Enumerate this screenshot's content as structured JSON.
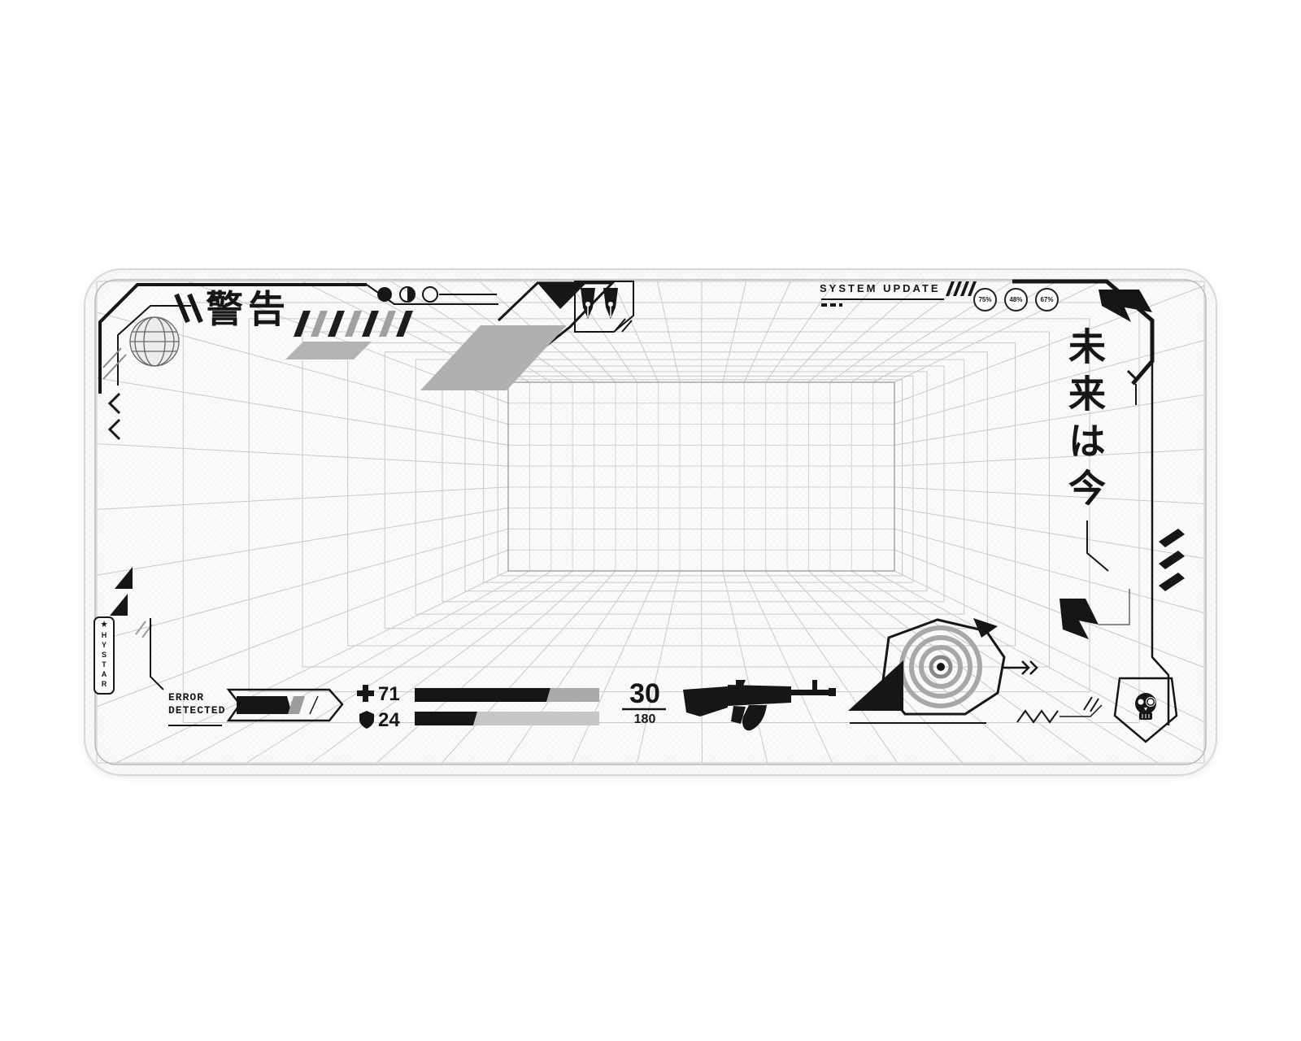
{
  "surface": {
    "bg": "#fcfcfc",
    "ink": "#161616",
    "gray": "#a9a9a9",
    "light_gray": "#c6c6c6",
    "slab_gray": "#b0b0b0"
  },
  "header": {
    "warning_kanji": "警告",
    "system_update": "SYSTEM UPDATE",
    "badges": [
      "75%",
      "48%",
      "67%"
    ]
  },
  "side": {
    "vertical_kanji": "未来は今"
  },
  "hud": {
    "health_value": "71",
    "armor_value": "24",
    "ammo_current": "30",
    "ammo_reserve": "180",
    "health_fill_pct": 73,
    "armor_fill_pct": 34
  },
  "footer": {
    "error_line1": "ERROR",
    "error_line2": "DETECTED"
  },
  "brand": {
    "name": "HYSTAR",
    "star": "★"
  },
  "icons": {
    "globe": "globe-icon",
    "pen_nib": "pen-nib-icon",
    "cross": "health-cross-icon",
    "shield": "shield-icon",
    "rifle": "ak47-icon",
    "target": "target-reticle-icon",
    "skull": "skull-icon",
    "star": "star-icon"
  }
}
